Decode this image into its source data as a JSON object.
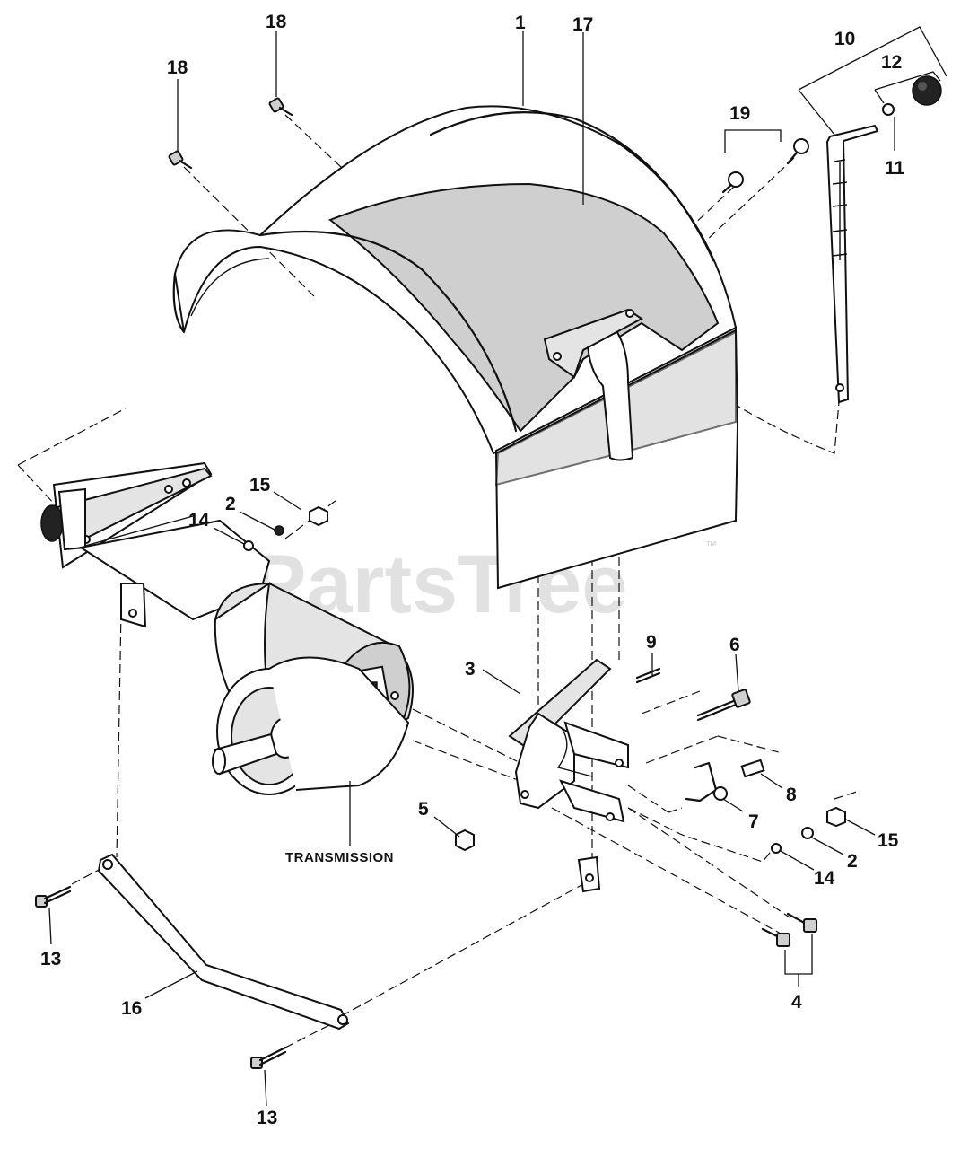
{
  "watermark": {
    "text": "PartsTree",
    "trademark": "™"
  },
  "transmission_label": "TRANSMISSION",
  "callouts": {
    "c1": "1",
    "c17": "17",
    "c18a": "18",
    "c18b": "18",
    "c19": "19",
    "c10": "10",
    "c12": "12",
    "c11": "11",
    "c15a": "15",
    "c2a": "2",
    "c14a": "14",
    "c3": "3",
    "c9": "9",
    "c6": "6",
    "c8": "8",
    "c7": "7",
    "c5": "5",
    "c15b": "15",
    "c2b": "2",
    "c14b": "14",
    "c13a": "13",
    "c16": "16",
    "c4": "4",
    "c13b": "13"
  }
}
